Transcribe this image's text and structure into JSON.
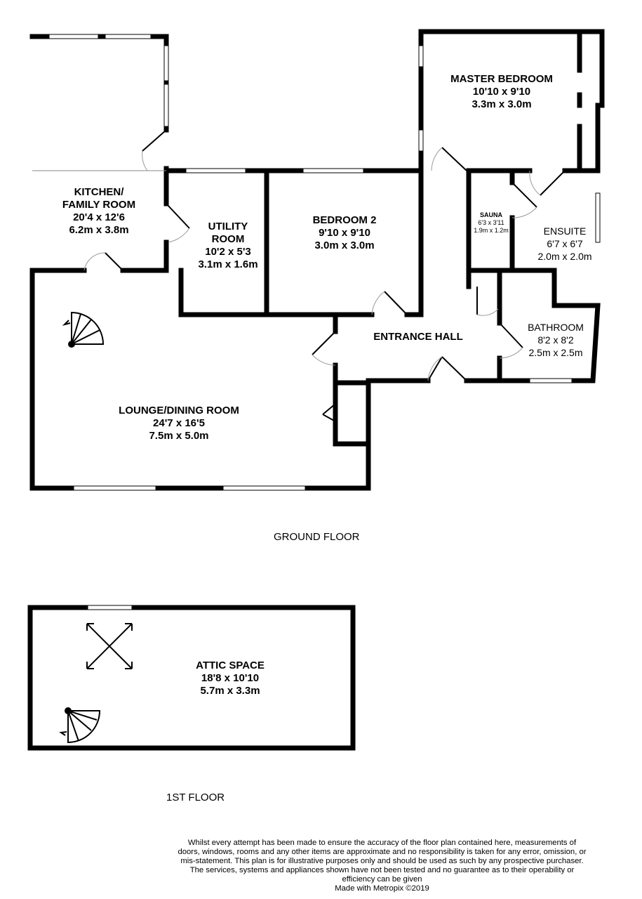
{
  "rooms": {
    "kitchen": {
      "name1": "KITCHEN/",
      "name2": "FAMILY ROOM",
      "imperial": "20'4 x 12'6",
      "metric": "6.2m x 3.8m"
    },
    "utility": {
      "name1": "UTILITY",
      "name2": "ROOM",
      "imperial": "10'2 x 5'3",
      "metric": "3.1m x 1.6m"
    },
    "bedroom2": {
      "name": "BEDROOM 2",
      "imperial": "9'10 x 9'10",
      "metric": "3.0m x 3.0m"
    },
    "master": {
      "name": "MASTER BEDROOM",
      "imperial": "10'10 x 9'10",
      "metric": "3.3m x 3.0m"
    },
    "sauna": {
      "name": "SAUNA",
      "imperial": "6'3 x 3'11",
      "metric": "1.9m x 1.2m"
    },
    "ensuite": {
      "name": "ENSUITE",
      "imperial": "6'7 x 6'7",
      "metric": "2.0m x 2.0m"
    },
    "bathroom": {
      "name": "BATHROOM",
      "imperial": "8'2 x 8'2",
      "metric": "2.5m x 2.5m"
    },
    "hall": {
      "name": "ENTRANCE HALL"
    },
    "lounge": {
      "name": "LOUNGE/DINING ROOM",
      "imperial": "24'7 x 16'5",
      "metric": "7.5m x 5.0m"
    },
    "attic": {
      "name": "ATTIC SPACE",
      "imperial": "18'8 x 10'10",
      "metric": "5.7m x 3.3m"
    }
  },
  "floors": {
    "ground": "GROUND FLOOR",
    "first": "1ST FLOOR"
  },
  "disclaimer": "Whilst every attempt has been made to ensure the accuracy of the floor plan contained here, measurements of doors, windows, rooms and any other items are approximate and no responsibility is taken for any error, omission, or mis-statement. This plan is for illustrative purposes only and should be used as such by any prospective purchaser. The services, systems and appliances shown have not been tested and no guarantee as to their operability or efficiency can be given",
  "credit": "Made with Metropix ©2019"
}
